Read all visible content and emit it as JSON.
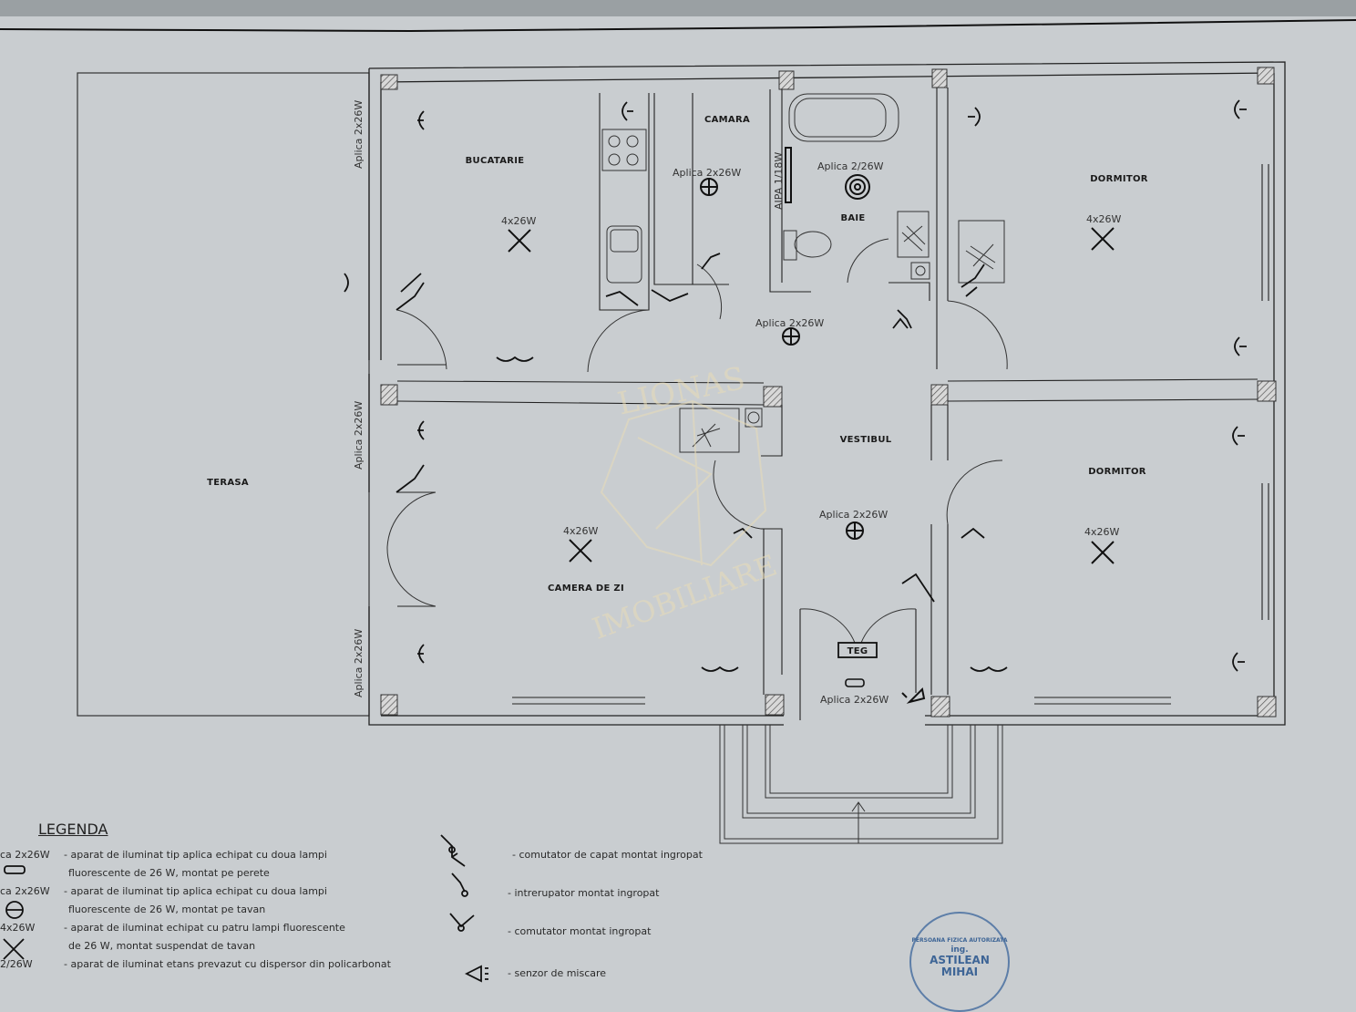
{
  "plan": {
    "rooms": [
      {
        "id": "terasa",
        "label": "TERASA"
      },
      {
        "id": "bucatarie",
        "label": "BUCATARIE"
      },
      {
        "id": "camara",
        "label": "CAMARA"
      },
      {
        "id": "baie",
        "label": "BAIE"
      },
      {
        "id": "dormitor1",
        "label": "DORMITOR"
      },
      {
        "id": "dormitor2",
        "label": "DORMITOR"
      },
      {
        "id": "vestibul",
        "label": "VESTIBUL"
      },
      {
        "id": "camera_de_zi",
        "label": "CAMERA DE ZI"
      }
    ],
    "fixture_labels": {
      "aplica_2x26w": "Aplica 2x26W",
      "aplica_2_26w": "Aplica 2/26W",
      "aipa_1_18w": "AIPA 1/18W",
      "suspended_4x26w": "4x26W",
      "teg": "TEG"
    },
    "watermark": {
      "top": "LIONAS",
      "bottom": "IMOBILIARE"
    },
    "colors": {
      "paper": "#c9cdd0",
      "ink": "#1e1e1e",
      "wall_hatch": "#5a5a5a",
      "watermark": "#e8dcb8",
      "stamp": "#4a6fa0"
    }
  },
  "legend": {
    "title": "LEGENDA",
    "items_left": [
      {
        "code": "ca 2x26W",
        "line1": "- aparat de iluminat tip aplica echipat cu doua lampi",
        "line2": "fluorescente de 26 W, montat pe perete"
      },
      {
        "code": "ca 2x26W",
        "line1": "- aparat de iluminat tip aplica echipat cu doua lampi",
        "line2": "fluorescente de 26 W, montat pe tavan"
      },
      {
        "code": "4x26W",
        "line1": "- aparat de iluminat echipat cu patru lampi fluorescente",
        "line2": "de 26 W, montat suspendat de tavan"
      },
      {
        "code": "2/26W",
        "line1": "- aparat de iluminat etans prevazut cu dispersor din policarbonat",
        "line2": ""
      }
    ],
    "items_right": [
      {
        "symbol": "switch-end-icon",
        "text": "- comutator de capat montat ingropat"
      },
      {
        "symbol": "switch-single-icon",
        "text": "- intrerupator montat ingropat"
      },
      {
        "symbol": "switch-double-icon",
        "text": "- comutator montat ingropat"
      },
      {
        "symbol": "motion-sensor-icon",
        "text": "- senzor de miscare"
      }
    ]
  },
  "stamp": {
    "ring": "PERSOANA FIZICA AUTORIZATA",
    "prefix": "ing.",
    "name1": "ASTILEAN",
    "name2": "MIHAI"
  }
}
